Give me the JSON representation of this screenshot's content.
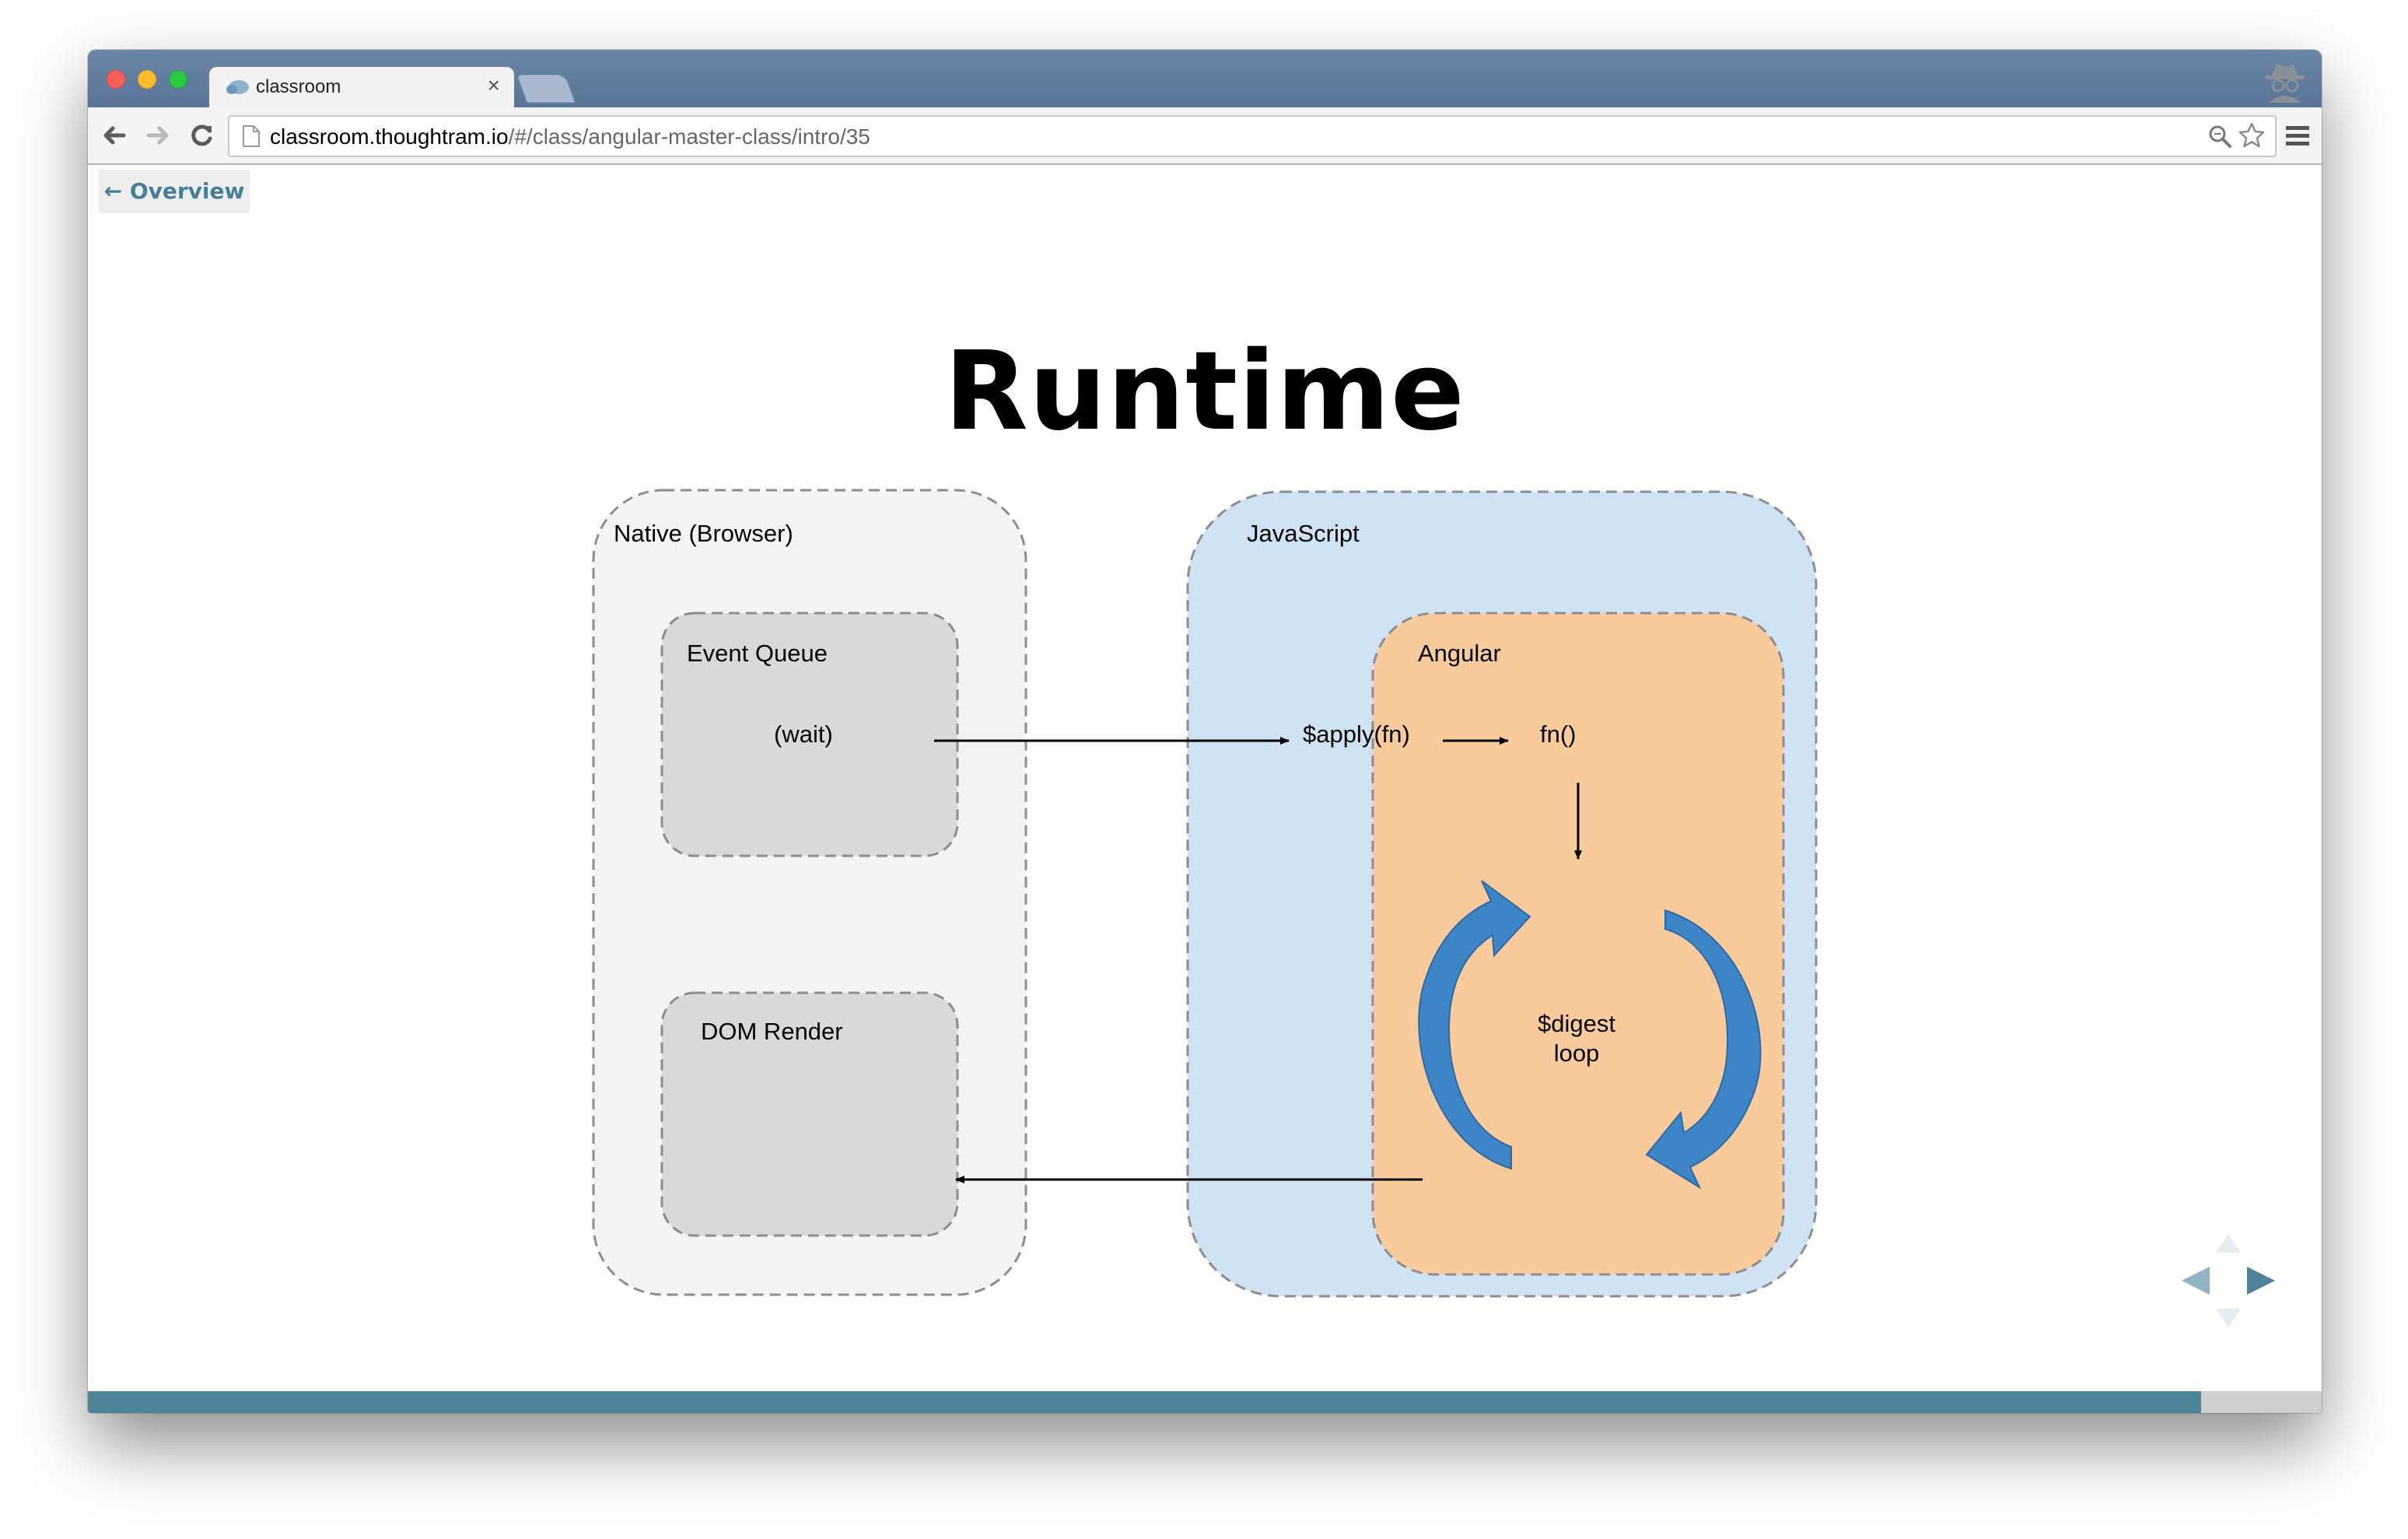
{
  "browser": {
    "tab_title": "classroom",
    "url_host": "classroom.thoughtram.io",
    "url_path": "/#/class/angular-master-class/intro/35"
  },
  "page": {
    "overview_label": "← Overview",
    "title": "Runtime",
    "progress": 0.946
  },
  "diagram": {
    "native_label": "Native (Browser)",
    "event_queue_label": "Event Queue",
    "wait_label": "(wait)",
    "dom_render_label": "DOM Render",
    "javascript_label": "JavaScript",
    "angular_label": "Angular",
    "apply_label": "$apply(fn)",
    "fn_label": "fn()",
    "digest_line1": "$digest",
    "digest_line2": "loop"
  },
  "colors": {
    "native_fill": "#f3f3f3",
    "inner_box_fill": "#d9d9d9",
    "javascript_fill": "#cfe2f3",
    "angular_fill": "#f9cb9c",
    "digest_arrow": "#3d85c6",
    "accent": "#4e849a"
  },
  "icons": {
    "back": "back-arrow-icon",
    "forward": "forward-arrow-icon",
    "reload": "reload-icon",
    "star": "star-icon",
    "menu": "hamburger-menu-icon",
    "incognito": "incognito-icon"
  }
}
